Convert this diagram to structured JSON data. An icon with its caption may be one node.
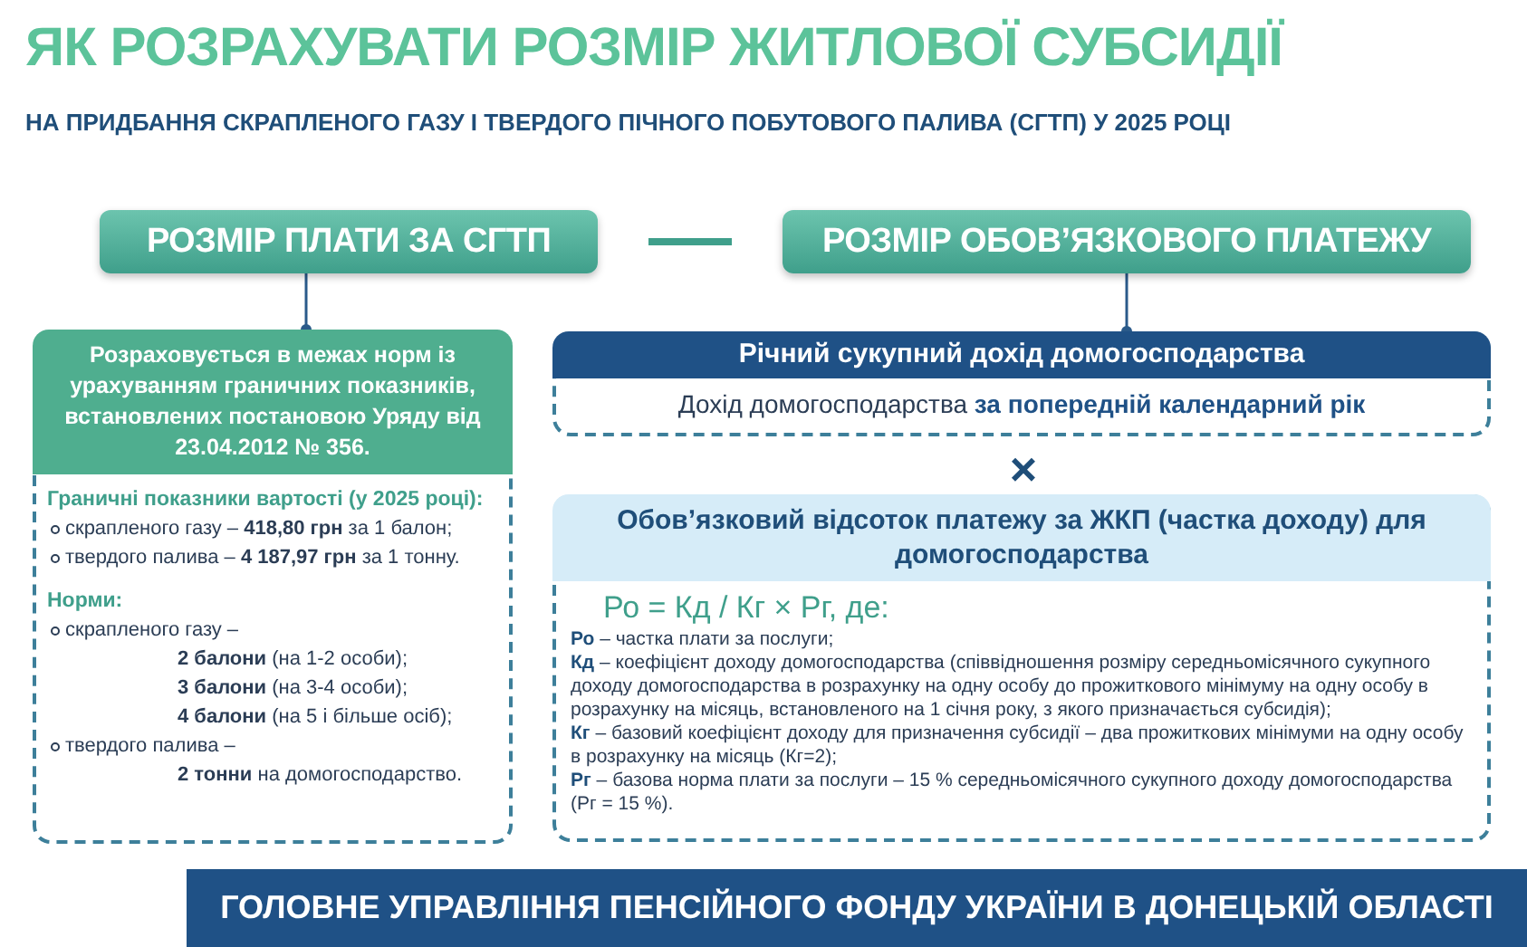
{
  "diagram": {
    "title": "ЯК РОЗРАХУВАТИ РОЗМІР ЖИТЛОВОЇ СУБСИДІЇ",
    "nodes": [
      {
        "text": [
          "РОЗМІР ПЛАТИ ЗА СГТП"
        ]
      },
      {
        "text": [
          "РОЗМІР ОБОВ’ЯЗКОВОГО ПЛАТЕЖУ"
        ]
      },
      {
        "text": [
          "Розраховується в межах норм із урахуванням граничних показників, встановлених постановою Уряду від 23.04.2012 № 356.",
          "Граничні показники вартості (у 2025 році):",
          "скрапленого газу – **418,80 грн** за 1 балон;",
          "твердого палива – **4 187,97 грн** за 1 тонну.",
          "Норми:",
          "скрапленого газу –",
          "**2 балони** (на 1-2 особи);",
          "**3 балони** (на 3-4 особи);",
          "**4 балони** (на 5 і більше осіб);",
          "твердого палива –",
          "**2 тонни** на домогосподарство."
        ]
      },
      {
        "text": [
          "Річний сукупний дохід домогосподарства",
          "Дохід домогосподарства **за попередній календарний рік**"
        ]
      },
      {
        "text": [
          "Обов’язковий відсоток платежу за ЖКП (частка доходу) для домогосподарства",
          "Ро = Кд / Кг × Рг, де:",
          "**Ро** – частка плати за послуги;",
          "**Кд** – коефіцієнт доходу домогосподарства (співвідношення розміру середньомісячного сукупного доходу домогосподарства в розрахунку на одну особу до прожиткового мінімуму на одну особу в розрахунку на місяць, встановленого на 1 січня року, з якого призначається субсидія);",
          "**Кг** – базовий коефіцієнт доходу для призначення субсидії – два прожиткових мінімуми на одну особу в розрахунку на місяць (Кг=2);",
          "**Рг** – базова норма плати за послуги – 15 % середньомісячного сукупного доходу домогосподарства (Рг = 15 %)."
        ]
      },
      {
        "text": [
          "ГОЛОВНЕ УПРАВЛІННЯ ПЕНСІЙНОГО ФОНДУ УКРАЇНИ В ДОНЕЦЬКІЙ ОБЛАСТІ"
        ]
      }
    ],
    "edges": [
      {
        "from": 0,
        "to": 1,
        "arrow": "none",
        "style": "thick",
        "color": "#3f9f8b"
      },
      {
        "from": 0,
        "to": 2,
        "arrow": "other"
      },
      {
        "from": 1,
        "to": 3,
        "arrow": "other"
      }
    ],
    "labels": [
      "НА ПРИДБАННЯ СКРАПЛЕНОГО ГАЗУ І ТВЕРДОГО ПІЧНОГО ПОБУТОВОГО ПАЛИВА (СГТП) У 2025 РОЦІ",
      "×"
    ]
  }
}
